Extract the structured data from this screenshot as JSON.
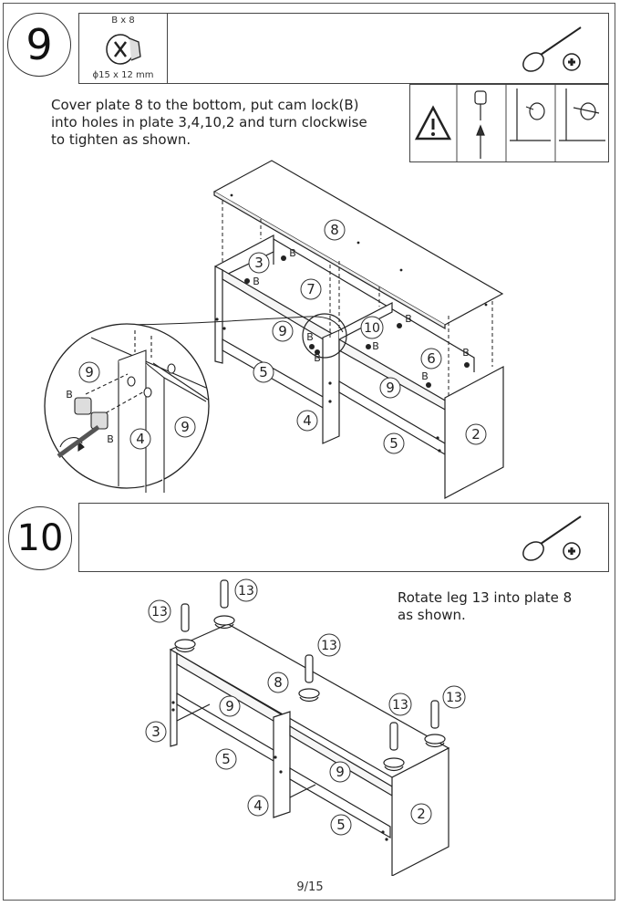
{
  "step9": {
    "number": "9",
    "part_qty": "B x 8",
    "part_size": "ϕ15 x 12 mm",
    "instruction_lines": [
      "Cover plate 8 to the bottom, put cam lock(B)",
      "into holes in plate 3,4,10,2 and turn clockwise",
      "to tighten as shown."
    ],
    "tool_icon": "phillips-screwdriver-icon",
    "warning_icon": "warning-triangle-icon",
    "callouts": {
      "plate8": "8",
      "plate3": "3",
      "plate7": "7",
      "plate9a": "9",
      "plate10": "10",
      "plate6": "6",
      "plate9b": "9",
      "plate5a": "5",
      "plate4": "4",
      "plate5b": "5",
      "plate2": "2",
      "camlock": "B"
    },
    "detail_callouts": {
      "plate9a": "9",
      "plate9b": "9",
      "plate4": "4",
      "camlock": "B"
    }
  },
  "step10": {
    "number": "10",
    "instruction_lines": [
      "Rotate leg 13 into plate 8",
      "as shown."
    ],
    "tool_icon": "phillips-screwdriver-icon",
    "callouts": {
      "leg": "13",
      "plate8": "8",
      "plate9a": "9",
      "plate3": "3",
      "plate5a": "5",
      "plate9b": "9",
      "plate4": "4",
      "plate5b": "5",
      "plate2": "2"
    }
  },
  "footer": {
    "page": "9/15"
  }
}
